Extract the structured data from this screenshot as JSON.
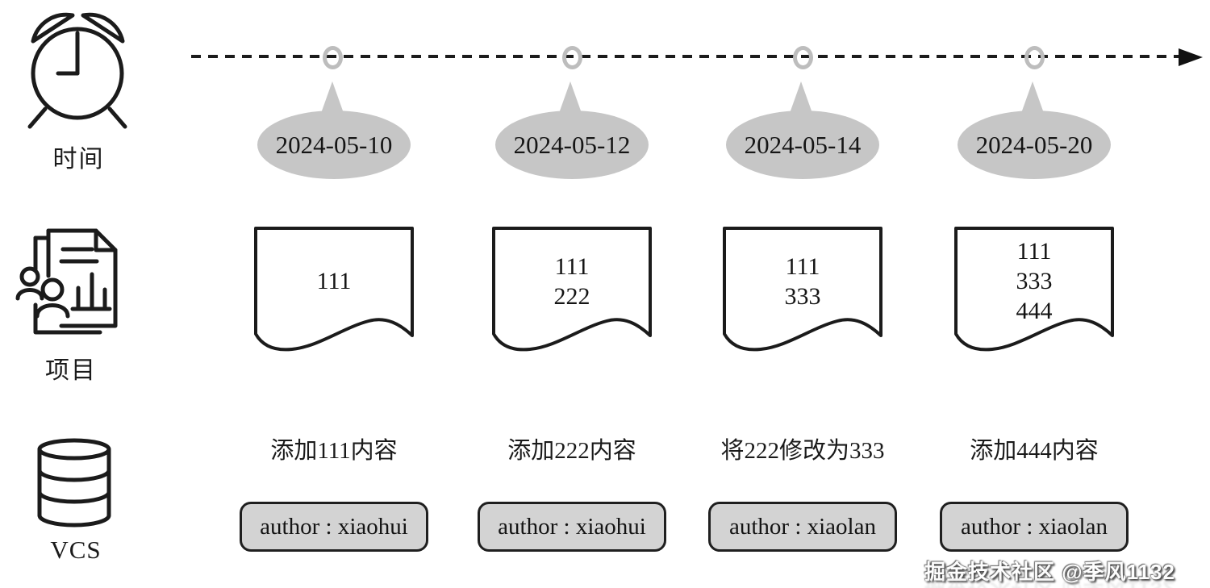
{
  "sidebar": {
    "items": [
      {
        "icon": "alarm-clock-icon",
        "label": "时间"
      },
      {
        "icon": "project-document-icon",
        "label": "项目"
      },
      {
        "icon": "database-icon",
        "label": "VCS"
      }
    ]
  },
  "timeline": {
    "arrow_direction": "right",
    "node_count": 4
  },
  "columns": [
    {
      "date": "2024-05-10",
      "file_lines": [
        "111"
      ],
      "commit_message": "添加111内容",
      "author_label": "author : xiaohui"
    },
    {
      "date": "2024-05-12",
      "file_lines": [
        "111",
        "222"
      ],
      "commit_message": "添加222内容",
      "author_label": "author : xiaohui"
    },
    {
      "date": "2024-05-14",
      "file_lines": [
        "111",
        "333"
      ],
      "commit_message": "将222修改为333",
      "author_label": "author : xiaolan"
    },
    {
      "date": "2024-05-20",
      "file_lines": [
        "111",
        "333",
        "444"
      ],
      "commit_message": "添加444内容",
      "author_label": "author : xiaolan"
    }
  ],
  "watermark": {
    "text": "掘金技术社区 @季风1132"
  },
  "colors": {
    "background": "#ffffff",
    "ink": "#1b1b1b",
    "balloon_fill": "#c6c6c6",
    "node_ring": "#bdbdbd",
    "author_box_fill": "#d3d3d3",
    "author_box_border": "#1f1f1f"
  }
}
